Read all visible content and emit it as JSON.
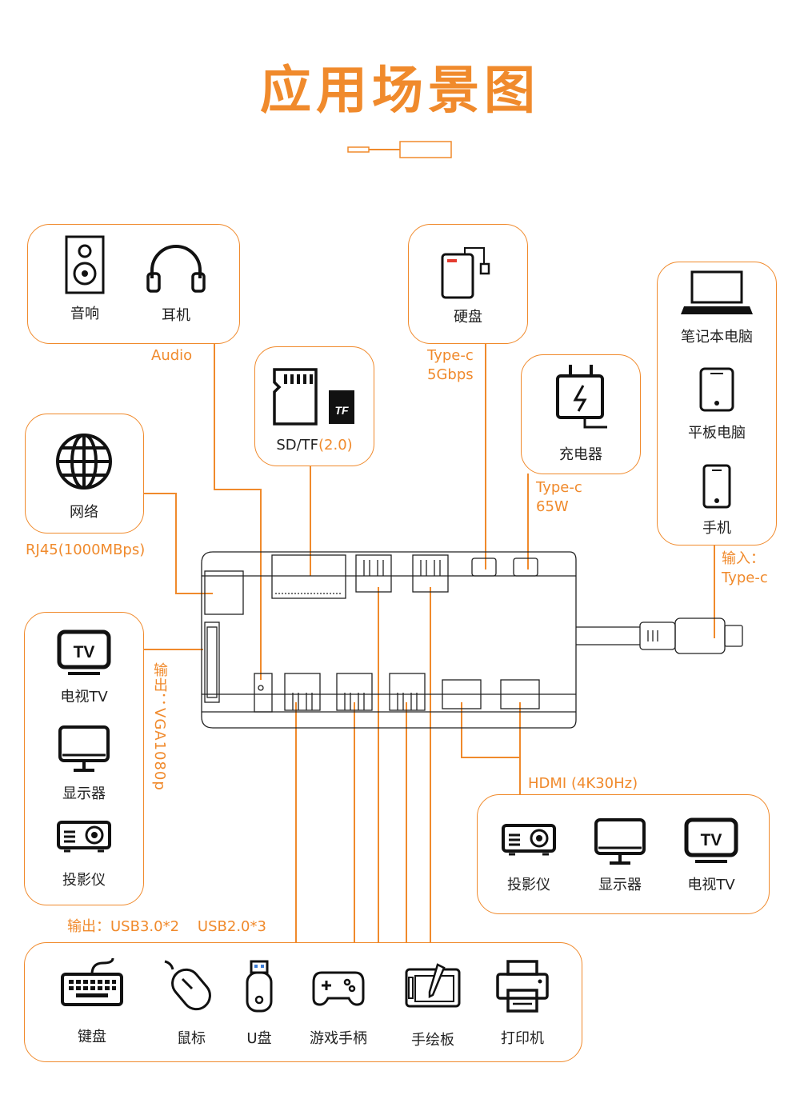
{
  "title": "应用场景图",
  "colors": {
    "accent": "#f08a2c",
    "ink": "#111111"
  },
  "audio": {
    "items": [
      {
        "label": "音响",
        "icon": "speaker-icon"
      },
      {
        "label": "耳机",
        "icon": "headphones-icon"
      }
    ],
    "port_label": "Audio"
  },
  "network": {
    "label": "网络",
    "icon": "globe-icon",
    "port_label": "RJ45(1000MBps)"
  },
  "sd": {
    "label_main": "SD/TF",
    "label_spec": "(2.0)",
    "icon": "sd-card-icon"
  },
  "drive": {
    "label": "硬盘",
    "icon": "hard-drive-icon",
    "port_line1": "Type-c",
    "port_line2": "5Gbps"
  },
  "charger": {
    "label": "充电器",
    "icon": "charger-icon",
    "port_line1": "Type-c",
    "port_line2": "65W"
  },
  "input": {
    "items": [
      {
        "label": "笔记本电脑",
        "icon": "laptop-icon"
      },
      {
        "label": "平板电脑",
        "icon": "tablet-icon"
      },
      {
        "label": "手机",
        "icon": "phone-icon"
      }
    ],
    "port_line1": "输入：",
    "port_line2": "Type-c"
  },
  "vga": {
    "items": [
      {
        "label": "电视TV",
        "icon": "tv-icon"
      },
      {
        "label": "显示器",
        "icon": "monitor-icon"
      },
      {
        "label": "投影仪",
        "icon": "projector-icon"
      }
    ],
    "port_label": "输出：VGA1080p"
  },
  "hdmi": {
    "items": [
      {
        "label": "投影仪",
        "icon": "projector-icon"
      },
      {
        "label": "显示器",
        "icon": "monitor-icon"
      },
      {
        "label": "电视TV",
        "icon": "tv-icon"
      }
    ],
    "port_label": "HDMI (4K30Hz)"
  },
  "usb": {
    "items": [
      {
        "label": "键盘",
        "icon": "keyboard-icon"
      },
      {
        "label": "鼠标",
        "icon": "mouse-icon"
      },
      {
        "label": "U盘",
        "icon": "usb-drive-icon"
      },
      {
        "label": "游戏手柄",
        "icon": "gamepad-icon"
      },
      {
        "label": "手绘板",
        "icon": "drawing-tablet-icon"
      },
      {
        "label": "打印机",
        "icon": "printer-icon"
      }
    ],
    "port_label": "输出：USB3.0*2    USB2.0*3"
  },
  "tv_badge": "TV",
  "tf_badge": "TF"
}
